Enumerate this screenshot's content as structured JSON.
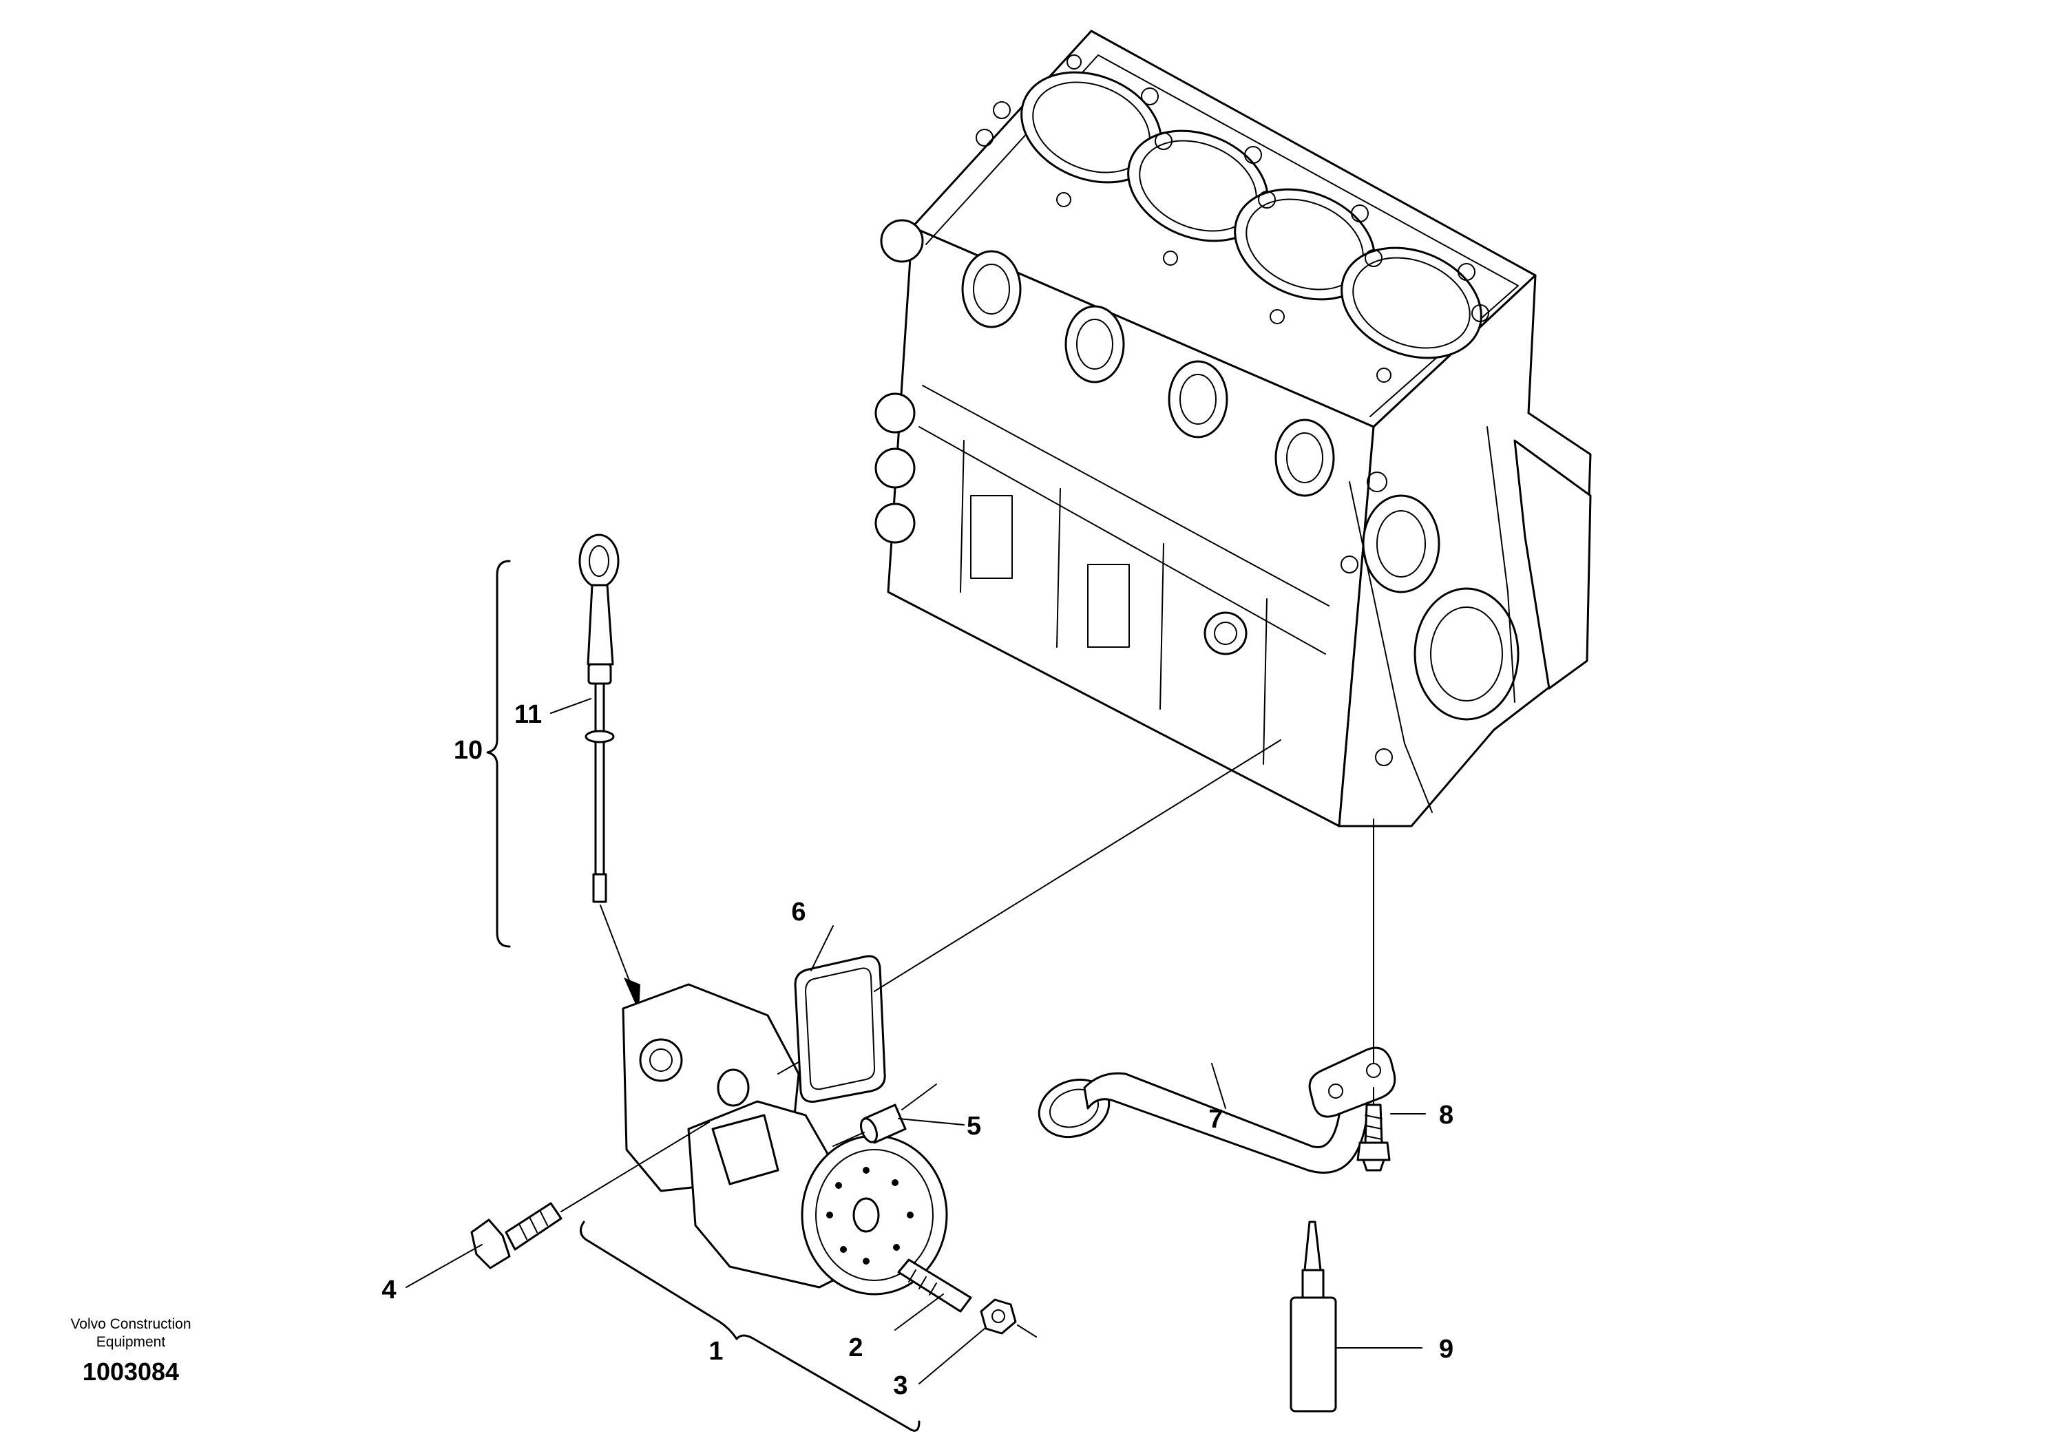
{
  "diagram": {
    "callouts": {
      "c1": "1",
      "c2": "2",
      "c3": "3",
      "c4": "4",
      "c5": "5",
      "c6": "6",
      "c7": "7",
      "c8": "8",
      "c9": "9",
      "c10": "10",
      "c11": "11"
    },
    "footer": {
      "brand_line1": "Volvo Construction",
      "brand_line2": "Equipment",
      "drawing_number": "1003084"
    }
  }
}
